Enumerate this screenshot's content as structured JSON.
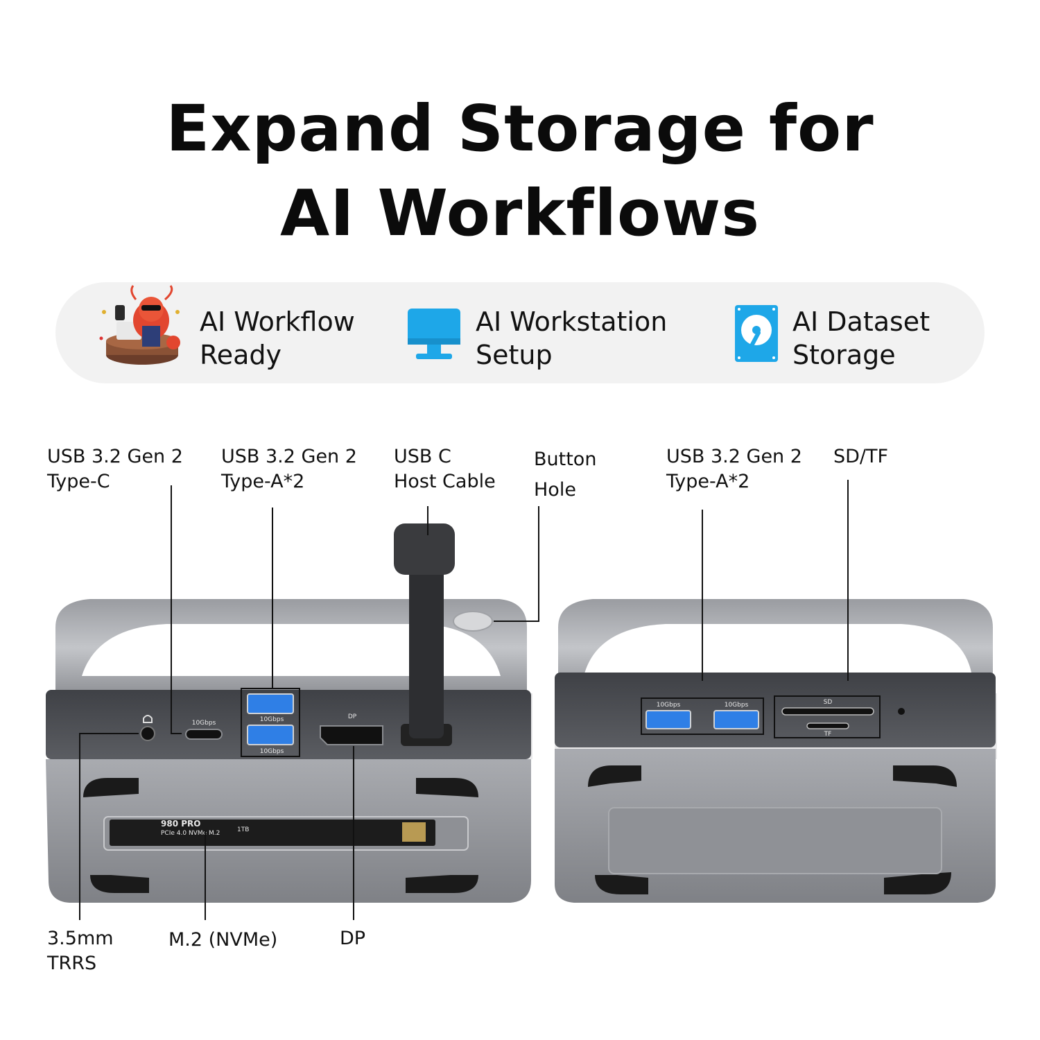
{
  "title": {
    "line1": "Expand Storage for",
    "line2": "AI Workflows"
  },
  "features": [
    {
      "icon": "lobster-mascot-icon",
      "line1": "AI Workflow",
      "line2": "Ready"
    },
    {
      "icon": "monitor-icon",
      "line1": "AI Workstation",
      "line2": "Setup"
    },
    {
      "icon": "hard-drive-icon",
      "line1": "AI Dataset",
      "line2": "Storage"
    }
  ],
  "callouts": {
    "usbc": {
      "line1": "USB 3.2 Gen 2",
      "line2": "Type-C"
    },
    "usba_front": {
      "line1": "USB 3.2 Gen 2",
      "line2": "Type-A*2"
    },
    "host_cable": {
      "line1": "USB C",
      "line2": "Host Cable"
    },
    "button": {
      "line1": "Button",
      "line2": "Hole"
    },
    "usba_back": {
      "line1": "USB 3.2 Gen 2",
      "line2": "Type-A*2"
    },
    "sdtf": {
      "line1": "SD/TF"
    },
    "audio": {
      "line1": "3.5mm",
      "line2": "TRRS"
    },
    "m2": {
      "line1": "M.2 (NVMe)"
    },
    "dp": {
      "line1": "DP"
    }
  },
  "port_labels": {
    "usbc_speed": "10Gbps",
    "usba_speed": "10Gbps",
    "dp": "DP",
    "sd": "SD",
    "tf": "TF"
  },
  "ssd_label": {
    "brand": "980 PRO",
    "spec": "PCIe 4.0 NVMe M.2",
    "capacity": "1TB"
  },
  "colors": {
    "accent_blue": "#1ea7e8",
    "usb_blue": "#2f7fe6",
    "pill_bg": "#f2f2f2"
  }
}
